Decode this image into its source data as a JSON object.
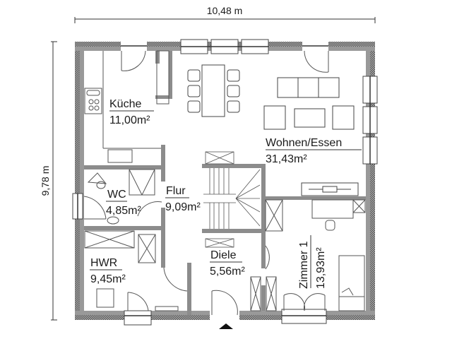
{
  "dimensions": {
    "width": "10,48 m",
    "height": "9,78 m"
  },
  "rooms": [
    {
      "name": "Küche",
      "area": "11,00m²"
    },
    {
      "name": "Wohnen/Essen",
      "area": "31,43m²"
    },
    {
      "name": "WC",
      "area": "4,85m²"
    },
    {
      "name": "Flur",
      "area": "9,09m²"
    },
    {
      "name": "HWR",
      "area": "9,45m²"
    },
    {
      "name": "Diele",
      "area": "5,56m²"
    },
    {
      "name": "Zimmer 1",
      "area": "13,93m²"
    }
  ],
  "colors": {
    "wall_outer": "#9a9a9a",
    "wall_inner": "#8c8c8c",
    "line": "#333333",
    "background": "#ffffff"
  },
  "icons": {
    "entrance": "triangle-up-icon"
  }
}
